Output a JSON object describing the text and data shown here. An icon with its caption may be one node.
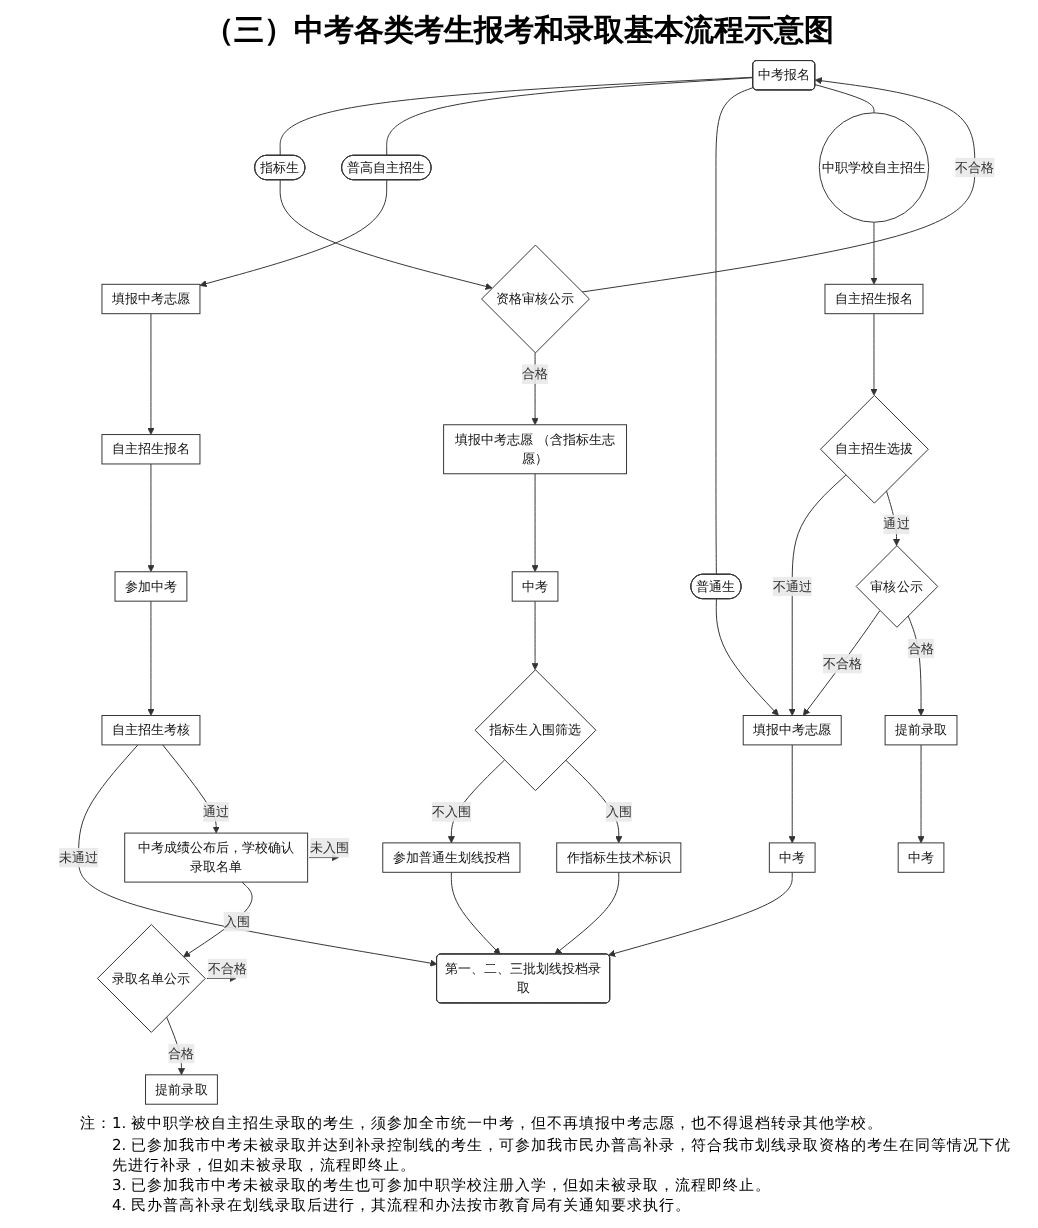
{
  "diagram": {
    "title": "（三）中考各类考生报考和录取基本流程示意图",
    "nodes": [
      {
        "text": [
          "中考报名"
        ]
      },
      {
        "text": [
          "指标生"
        ]
      },
      {
        "text": [
          "资格审核公示"
        ]
      },
      {
        "text": [
          "填报中考志愿 （含指标生志愿）"
        ]
      },
      {
        "text": [
          "中考"
        ]
      },
      {
        "text": [
          "指标生入围筛选"
        ]
      },
      {
        "text": [
          "参加普通生划线投档"
        ]
      },
      {
        "text": [
          "作指标生技术标识"
        ]
      },
      {
        "text": [
          "普高自主招生"
        ]
      },
      {
        "text": [
          "填报中考志愿"
        ]
      },
      {
        "text": [
          "自主招生报名"
        ]
      },
      {
        "text": [
          "参加中考"
        ]
      },
      {
        "text": [
          "自主招生考核"
        ]
      },
      {
        "text": [
          "中考成绩公布后，学校确认录取名单"
        ]
      },
      {
        "text": [
          "录取名单公示"
        ]
      },
      {
        "text": [
          "提前录取"
        ]
      },
      {
        "text": [
          "普通生"
        ]
      },
      {
        "text": [
          "填报中考志愿"
        ]
      },
      {
        "text": [
          "中考"
        ]
      },
      {
        "text": [
          "第一、二、三批划线投档录取"
        ]
      },
      {
        "text": [
          "中职学校自主招生"
        ]
      },
      {
        "text": [
          "自主招生报名"
        ]
      },
      {
        "text": [
          "自主招生选拔"
        ]
      },
      {
        "text": [
          "审核公示"
        ]
      },
      {
        "text": [
          "提前录取"
        ]
      },
      {
        "text": [
          "中考"
        ]
      }
    ],
    "edges": [
      {
        "from": 0,
        "to": 1,
        "arrow": "none"
      },
      {
        "from": 0,
        "to": 8,
        "arrow": "none"
      },
      {
        "from": 0,
        "to": 16,
        "arrow": "none"
      },
      {
        "from": 0,
        "to": 20,
        "arrow": "none"
      },
      {
        "from": 1,
        "to": 2,
        "arrow": "to"
      },
      {
        "from": 2,
        "to": 0,
        "arrow": "to",
        "label": "不合格"
      },
      {
        "from": 2,
        "to": 3,
        "arrow": "to",
        "label": "合格"
      },
      {
        "from": 3,
        "to": 4,
        "arrow": "to"
      },
      {
        "from": 4,
        "to": 5,
        "arrow": "to"
      },
      {
        "from": 5,
        "to": 6,
        "arrow": "to",
        "label": "不入围"
      },
      {
        "from": 5,
        "to": 7,
        "arrow": "to",
        "label": "入围"
      },
      {
        "from": 6,
        "to": 19,
        "arrow": "to"
      },
      {
        "from": 7,
        "to": 19,
        "arrow": "to"
      },
      {
        "from": 8,
        "to": 9,
        "arrow": "to"
      },
      {
        "from": 9,
        "to": 10,
        "arrow": "to"
      },
      {
        "from": 10,
        "to": 11,
        "arrow": "to"
      },
      {
        "from": 11,
        "to": 12,
        "arrow": "to"
      },
      {
        "from": 12,
        "to": 19,
        "arrow": "to",
        "label": "未通过"
      },
      {
        "from": 12,
        "to": 13,
        "arrow": "to",
        "label": "通过"
      },
      {
        "from": 13,
        "to": null,
        "arrow": "to",
        "label": "未入围"
      },
      {
        "from": 13,
        "to": 14,
        "arrow": "to",
        "label": "入围"
      },
      {
        "from": 14,
        "to": null,
        "arrow": "to",
        "label": "不合格"
      },
      {
        "from": 14,
        "to": 15,
        "arrow": "to",
        "label": "合格"
      },
      {
        "from": 16,
        "to": 17,
        "arrow": "to"
      },
      {
        "from": 22,
        "to": 17,
        "arrow": "to",
        "label": "不通过"
      },
      {
        "from": 17,
        "to": 18,
        "arrow": "to"
      },
      {
        "from": 18,
        "to": 19,
        "arrow": "to"
      },
      {
        "from": 20,
        "to": 21,
        "arrow": "to"
      },
      {
        "from": 21,
        "to": 22,
        "arrow": "to"
      },
      {
        "from": 22,
        "to": 23,
        "arrow": "to",
        "label": "通过"
      },
      {
        "from": 23,
        "to": 17,
        "arrow": "to",
        "label": "不合格"
      },
      {
        "from": 23,
        "to": 24,
        "arrow": "to",
        "label": "合格"
      },
      {
        "from": 24,
        "to": 25,
        "arrow": "to"
      }
    ],
    "labels": [
      "注：",
      "1. 被中职学校自主招生录取的考生，须参加全市统一中考，但不再填报中考志愿，也不得退档转录其他学校。",
      "2. 已参加我市中考未被录取并达到补录控制线的考生，可参加我市民办普高补录，符合我市划线录取资格的考生在同等情况下优先进行补录，但如未被录取，流程即终止。",
      "3. 已参加我市中考未被录取的考生也可参加中职学校注册入学，但如未被录取，流程即终止。",
      "4. 民办普高补录在划线录取后进行，其流程和办法按市教育局有关通知要求执行。"
    ]
  }
}
